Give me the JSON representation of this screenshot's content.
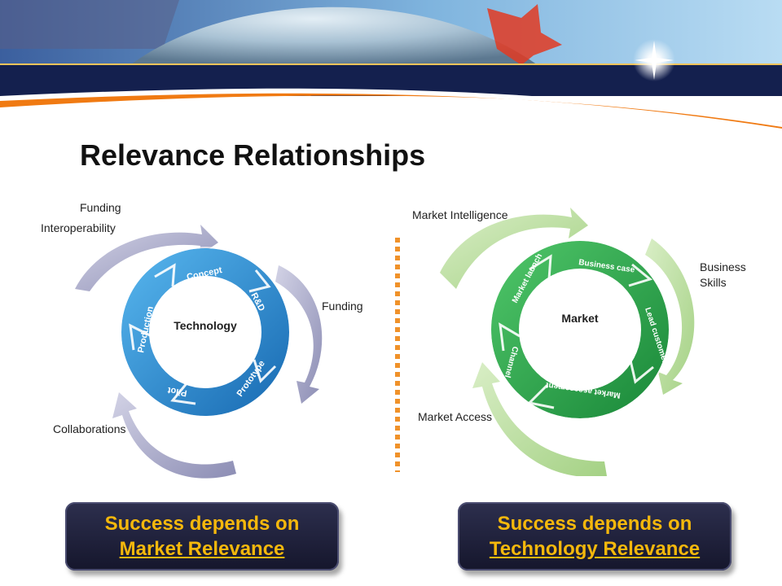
{
  "slide": {
    "title": "Relevance Relationships"
  },
  "colors": {
    "navy_band": "#14204e",
    "orange_swoosh": "#f07a12",
    "tech_ring": "#2e8fd2",
    "tech_outer_arrows": "#a7a8c8",
    "market_ring": "#2aa84a",
    "market_outer_arrows": "#b7db98",
    "callout_text": "#f5b80c",
    "divider": "#f0922a"
  },
  "technology_cycle": {
    "center_label": "Technology",
    "ring_segments": [
      "Concept",
      "R&D",
      "Prototype",
      "Pilot",
      "Production"
    ],
    "outer_labels": {
      "top_1": "Funding",
      "top_2": "Interoperability",
      "right": "Funding",
      "bottom_left": "Collaborations"
    }
  },
  "market_cycle": {
    "center_label": "Market",
    "ring_segments": [
      "Business case",
      "Lead customer",
      "Market assessment",
      "Channel",
      "Market launch"
    ],
    "outer_labels": {
      "top": "Market Intelligence",
      "right": "Business Skills",
      "bottom_left": "Market Access"
    }
  },
  "callouts": {
    "left": {
      "line1": "Success depends on",
      "line2": "Market Relevance"
    },
    "right": {
      "line1": "Success depends on",
      "line2": "Technology Relevance"
    }
  }
}
